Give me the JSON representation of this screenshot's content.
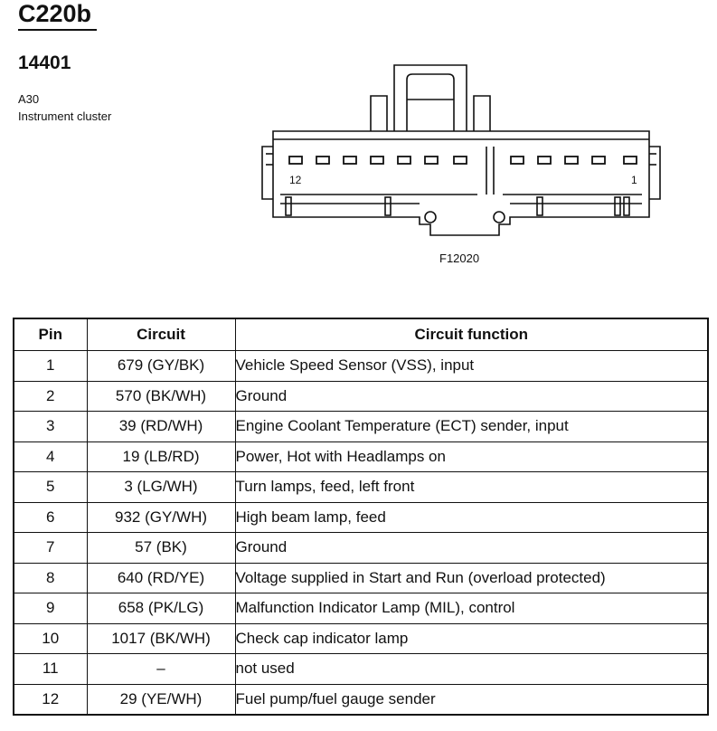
{
  "header": {
    "connector_id": "C220b",
    "part_number": "14401",
    "ref_code": "A30",
    "ref_desc": "Instrument cluster"
  },
  "figure": {
    "id": "F12020",
    "pin_left_label": "12",
    "pin_right_label": "1"
  },
  "table": {
    "headers": {
      "pin": "Pin",
      "circuit": "Circuit",
      "function": "Circuit function"
    },
    "rows": [
      {
        "pin": "1",
        "circuit": "679 (GY/BK)",
        "function": "Vehicle Speed Sensor (VSS), input"
      },
      {
        "pin": "2",
        "circuit": "570 (BK/WH)",
        "function": "Ground"
      },
      {
        "pin": "3",
        "circuit": "39 (RD/WH)",
        "function": "Engine Coolant Temperature (ECT) sender, input"
      },
      {
        "pin": "4",
        "circuit": "19 (LB/RD)",
        "function": "Power, Hot with Headlamps on"
      },
      {
        "pin": "5",
        "circuit": "3 (LG/WH)",
        "function": "Turn lamps, feed, left front"
      },
      {
        "pin": "6",
        "circuit": "932 (GY/WH)",
        "function": "High beam lamp, feed"
      },
      {
        "pin": "7",
        "circuit": "57 (BK)",
        "function": "Ground"
      },
      {
        "pin": "8",
        "circuit": "640 (RD/YE)",
        "function": "Voltage supplied in Start and Run (overload protected)"
      },
      {
        "pin": "9",
        "circuit": "658 (PK/LG)",
        "function": "Malfunction Indicator Lamp (MIL), control"
      },
      {
        "pin": "10",
        "circuit": "1017 (BK/WH)",
        "function": "Check cap indicator lamp"
      },
      {
        "pin": "11",
        "circuit": "–",
        "function": "not used"
      },
      {
        "pin": "12",
        "circuit": "29 (YE/WH)",
        "function": "Fuel pump/fuel gauge sender"
      }
    ]
  }
}
